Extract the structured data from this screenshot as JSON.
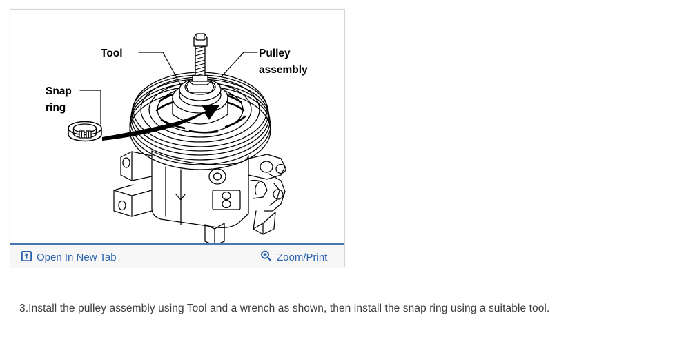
{
  "figure": {
    "alt_title": "Pulley assembly installation diagram",
    "labels": {
      "tool": "Tool",
      "snap_ring_line1": "Snap",
      "snap_ring_line2": "ring",
      "pulley_line1": "Pulley",
      "pulley_line2": "assembly"
    },
    "toolbar": {
      "open_in_new_tab": "Open In New Tab",
      "zoom_print": "Zoom/Print",
      "open_icon": "open-in-new-tab-icon",
      "zoom_icon": "magnifier-plus-icon",
      "link_color": "#2a62ab",
      "border_color": "#4a77b4",
      "background": "#f7f7f7"
    }
  },
  "caption": {
    "text": "3.Install the pulley assembly using Tool and a wrench as shown, then install the snap ring using a suitable tool.",
    "color": "#3d3d3d"
  }
}
